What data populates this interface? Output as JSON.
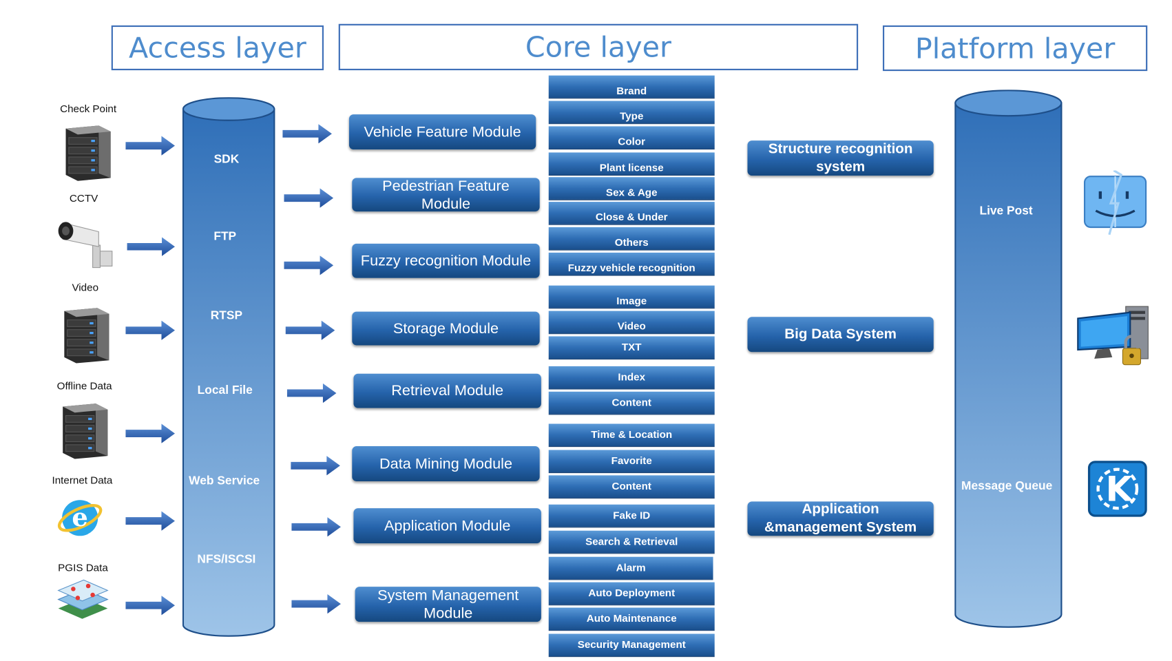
{
  "headers": {
    "access": "Access layer",
    "core": "Core layer",
    "platform": "Platform layer"
  },
  "sources": [
    {
      "label": "Check Point",
      "icon": "server-icon"
    },
    {
      "label": "CCTV",
      "icon": "cctv-camera-icon"
    },
    {
      "label": "Video",
      "icon": "server-icon"
    },
    {
      "label": "Offline Data",
      "icon": "server-icon"
    },
    {
      "label": "Internet Data",
      "icon": "internet-explorer-icon"
    },
    {
      "label": "PGIS Data",
      "icon": "map-layers-icon"
    }
  ],
  "access_protocols": [
    "SDK",
    "FTP",
    "RTSP",
    "Local File",
    "Web Service",
    "NFS/ISCSI"
  ],
  "modules": [
    {
      "l1": "Vehicle Feature Module",
      "l2": ""
    },
    {
      "l1": "Pedestrian Feature",
      "l2": "Module"
    },
    {
      "l1": "Fuzzy recognition Module",
      "l2": ""
    },
    {
      "l1": "Storage Module",
      "l2": ""
    },
    {
      "l1": "Retrieval  Module",
      "l2": ""
    },
    {
      "l1": "Data Mining Module",
      "l2": ""
    },
    {
      "l1": "Application  Module",
      "l2": ""
    },
    {
      "l1": "System Management",
      "l2": "Module"
    }
  ],
  "features": [
    "Brand",
    "Type",
    "Color",
    "Plant license",
    "Sex & Age",
    "Close & Under",
    "Others",
    "Fuzzy vehicle recognition",
    "Image",
    "Video",
    "TXT",
    "Index",
    "Content",
    "Time & Location",
    "Favorite",
    "Content",
    "Fake ID",
    "Search & Retrieval",
    "Alarm",
    "Auto Deployment",
    "Auto Maintenance",
    "Security Management"
  ],
  "systems": [
    {
      "l1": "Structure recognition",
      "l2": "system"
    },
    {
      "l1": "Big Data System",
      "l2": ""
    },
    {
      "l1": "Application",
      "l2": "&management System"
    }
  ],
  "platform_store": [
    "Live Post",
    "Message Queue"
  ],
  "platform_icons": [
    "finder-icon",
    "secure-computer-icon",
    "kde-icon"
  ],
  "colors": {
    "accent": "#4e8ccd",
    "module": "#2563ab",
    "arrow": "#2f5ca6"
  }
}
